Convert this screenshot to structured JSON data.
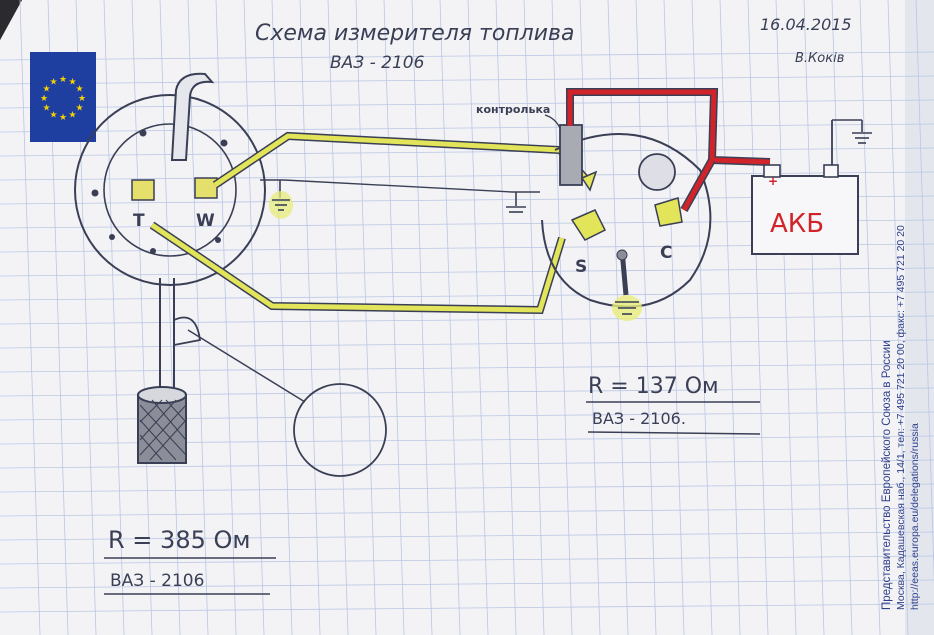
{
  "header": {
    "title": "Схема измерителя топлива",
    "model": "ВАЗ - 2106",
    "date": "16.04.2015",
    "author": "В.Кокiв"
  },
  "labels": {
    "control_lamp": "контролька",
    "sender_T": "Т",
    "sender_W": "W",
    "gauge_S": "S",
    "gauge_C": "C",
    "battery": "АКБ",
    "battery_plus": "+"
  },
  "notes": {
    "sender_resistance": "R = 385 Ом",
    "sender_model": "ВАЗ - 2106",
    "gauge_resistance": "R = 137 Ом",
    "gauge_model": "ВАЗ - 2106."
  },
  "stamp": {
    "line1": "Представительство Европейского Союза в России",
    "line2": "Москва, Кадашевская наб., 14/1, тел: +7 495 721 20 00, факс: +7 495 721 20 20",
    "line3": "http://eeas.europa.eu/delegations/russia"
  },
  "colors": {
    "paper": "#f3f3f6",
    "grid": "#b9c6e4",
    "ink": "#3a3f55",
    "wire_red": "#d0242a",
    "wire_yellow": "#e2e45a",
    "eu_blue": "#1f3fa0",
    "eu_star": "#f5d000"
  }
}
